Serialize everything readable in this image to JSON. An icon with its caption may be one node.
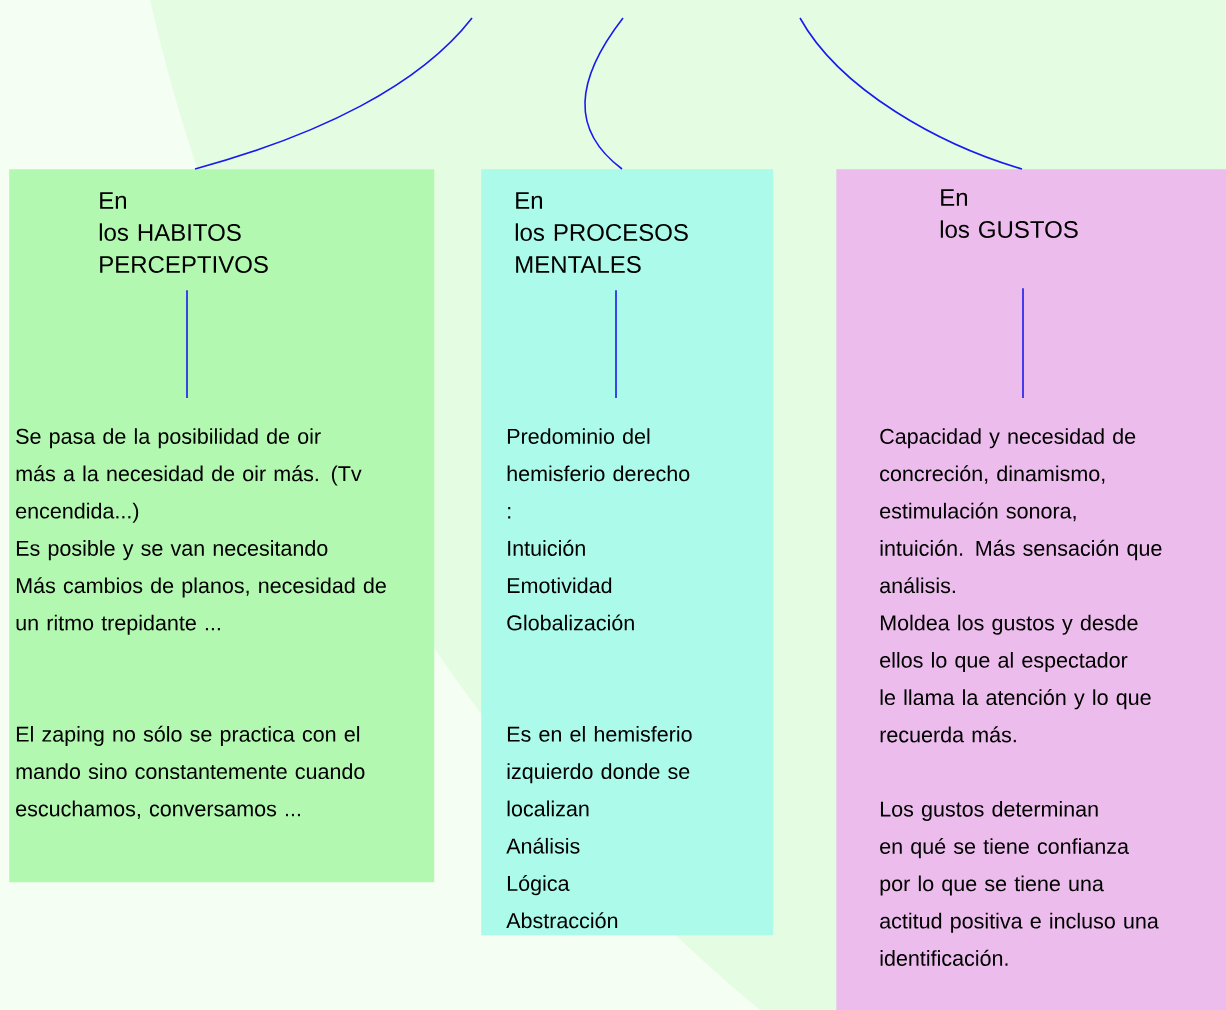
{
  "diagram": {
    "nodes": [
      {
        "text": [],
        "shape": "box"
      },
      {
        "text": [
          "En",
          "los HABITOS PERCEPTIVOS"
        ],
        "in": 0
      },
      {
        "text": [
          "Se pasa de la posibilidad de oir más a la necesidad de oir más. (Tv encendida...)",
          "Es posible y se van necesitando",
          "Más cambios de planos, necesidad de un ritmo trepidante ...",
          "El zaping no sólo se practica con el mando sino constantemente cuando escuchamos, conversamos ..."
        ],
        "in": 0
      },
      {
        "text": [],
        "shape": "box"
      },
      {
        "text": [
          "En",
          "los PROCESOS MENTALES"
        ],
        "in": 3
      },
      {
        "text": [
          "Predominio del hemisferio derecho :",
          "Intuición",
          "Emotividad",
          "Globalización",
          "Es en el hemisferio izquierdo donde se localizan",
          "Análisis",
          "Lógica",
          "Abstracción"
        ],
        "in": 3
      },
      {
        "text": [],
        "shape": "box"
      },
      {
        "text": [
          "En",
          "los GUSTOS"
        ],
        "in": 6
      },
      {
        "text": [
          "Capacidad y necesidad de concreción, dinamismo, estimulación sonora, intuición. Más sensación que análisis.",
          "Moldea los gustos y desde ellos lo que al espectador le llama la atención y lo que recuerda más.",
          "Los gustos determinan en qué se tiene confianza por lo que se tiene una actitud positiva e incluso una identificación."
        ],
        "in": 6
      }
    ],
    "edges": [
      {
        "from": null,
        "to": 0,
        "arrow": "none"
      },
      {
        "from": null,
        "to": 3,
        "arrow": "none"
      },
      {
        "from": null,
        "to": 6,
        "arrow": "none"
      },
      {
        "from": 1,
        "to": 2,
        "arrow": "none"
      },
      {
        "from": 4,
        "to": 5,
        "arrow": "none"
      },
      {
        "from": 7,
        "to": 8,
        "arrow": "none"
      }
    ]
  }
}
